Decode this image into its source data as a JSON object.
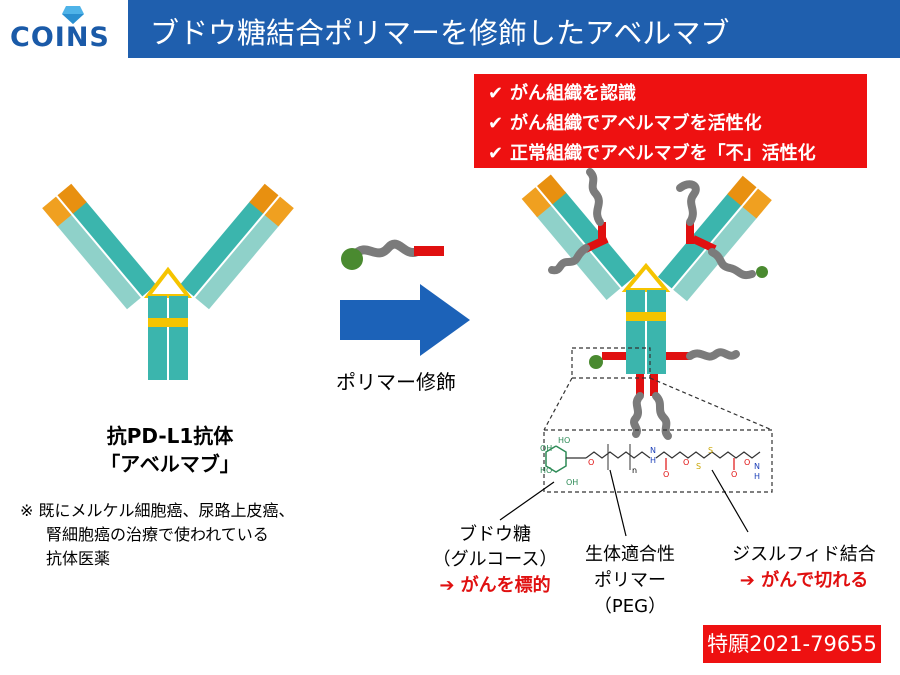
{
  "header": {
    "logo": "COINS",
    "title": "ブドウ糖結合ポリマーを修飾したアベルマブ"
  },
  "effects": [
    "がん組織を認識",
    "がん組織でアベルマブを活性化",
    "正常組織でアベルマブを「不」活性化"
  ],
  "check_mark": "✔",
  "arrow_label": "ポリマー修飾",
  "antibody": {
    "line1": "抗PD-L1抗体",
    "line2": "「アベルマブ」"
  },
  "note": {
    "line1": "※ 既にメルケル細胞癌、尿路上皮癌、",
    "line2": "腎細胞癌の治療で使われている",
    "line3": "抗体医薬"
  },
  "parts": {
    "glucose": {
      "line1": "ブドウ糖",
      "line2": "（グルコース）",
      "effect": "➔ がんを標的"
    },
    "polymer": {
      "line1": "生体適合性",
      "line2": "ポリマー",
      "line3": "（PEG）"
    },
    "disulfide": {
      "line1": "ジスルフィド結合",
      "effect": "➔ がんで切れる"
    }
  },
  "chem_labels": {
    "ho": "HO",
    "oh": "OH",
    "o": "O",
    "n": "n",
    "nh": "N",
    "h": "H",
    "s": "S"
  },
  "patent": "特願2021-79655",
  "colors": {
    "header_blue": "#1f5fae",
    "red": "#ee1111",
    "teal": "#3bb5ad",
    "light_teal": "#8fd1c9",
    "orange": "#f0a020",
    "yellow": "#f5c400",
    "arrow_blue": "#1c62b8",
    "polymer_gray": "#7b7b7b",
    "glucose_green": "#4a8a30"
  }
}
